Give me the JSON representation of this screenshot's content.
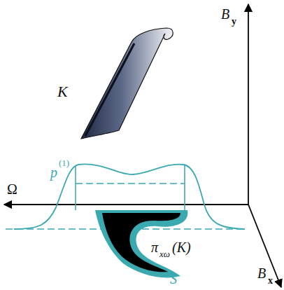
{
  "diagram": {
    "labels": [
      "K",
      "B",
      "y",
      "Ω",
      "p",
      "(1)",
      "π",
      "xω",
      "(K)",
      "S",
      "B",
      "x"
    ]
  }
}
